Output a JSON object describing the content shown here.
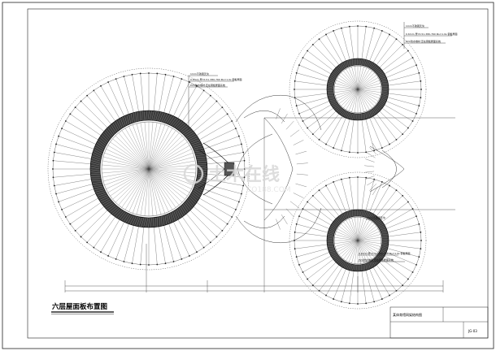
{
  "drawing": {
    "title": "六层屋面板布置图",
    "titleblock_name": "某体育馆网架结构图",
    "sheet_no": "JG-03"
  },
  "annotations": {
    "left_leader_1": "1mm不锈钢天沟",
    "left_leader_2": "0.6mm 厚YX-51-380-760 Φs=1.0s 钢板屋面",
    "left_leader_3": "PVC防水卷材 压在钢板屋面系统",
    "tr_leader_1": "1mm不锈钢天沟",
    "tr_leader_2": "0.6mm 厚YX-51-380-760 Φs=1.0s 钢板屋面",
    "tr_leader_3": "PVC防水卷材 压在钢板屋面系统",
    "br_leader_1": "1mm不锈钢天沟",
    "br_leader_2": "0.6mm 厚YX-51-380-760 Φs=1.0s 钢板屋面",
    "br_leader_3": "PVC防水卷材 压在钢板屋面系统"
  },
  "watermark": {
    "brand": "土木在线",
    "url": "CO188.COM"
  },
  "colors": {
    "line": "#1a1a1a",
    "background": "#ffffff",
    "watermark": "#d8d8d8"
  }
}
